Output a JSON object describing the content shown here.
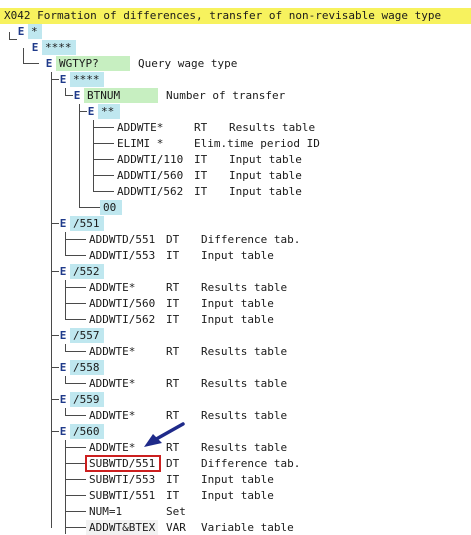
{
  "title": "X042 Formation of differences, transfer of non-revisable wage type",
  "rows": [
    {
      "key": "root",
      "toggle": "E",
      "label": "*",
      "style": "cyan"
    },
    {
      "key": "n1",
      "toggle": "E",
      "label": "****",
      "style": "cyan"
    },
    {
      "key": "wgtyp",
      "toggle": "E",
      "label": "WGTYP?",
      "style": "green",
      "desc": "Query wage type"
    },
    {
      "key": "n2",
      "toggle": "E",
      "label": "****",
      "style": "cyan"
    },
    {
      "key": "btnum",
      "toggle": "E",
      "label": "BTNUM",
      "style": "green",
      "desc": "Number of transfer"
    },
    {
      "key": "n3",
      "toggle": "E",
      "label": "**",
      "style": "cyan"
    },
    {
      "key": "r1",
      "label": "ADDWTE*",
      "style": "white",
      "type": "RT",
      "desc": "Results table"
    },
    {
      "key": "r2",
      "label": "ELIMI *",
      "style": "white",
      "desc": "Elim.time period ID"
    },
    {
      "key": "r3",
      "label": "ADDWTI/110",
      "style": "white",
      "type": "IT",
      "desc": "Input table"
    },
    {
      "key": "r4",
      "label": "ADDWTI/560",
      "style": "white",
      "type": "IT",
      "desc": "Input table"
    },
    {
      "key": "r5",
      "label": "ADDWTI/562",
      "style": "white",
      "type": "IT",
      "desc": "Input table"
    },
    {
      "key": "r6",
      "label": "00",
      "style": "cyan"
    },
    {
      "key": "g551",
      "toggle": "E",
      "label": "/551",
      "style": "cyan"
    },
    {
      "key": "r7",
      "label": "ADDWTD/551",
      "style": "white",
      "type": "DT",
      "desc": "Difference tab."
    },
    {
      "key": "r8",
      "label": "ADDWTI/553",
      "style": "white",
      "type": "IT",
      "desc": "Input table"
    },
    {
      "key": "g552",
      "toggle": "E",
      "label": "/552",
      "style": "cyan"
    },
    {
      "key": "r9",
      "label": "ADDWTE*",
      "style": "white",
      "type": "RT",
      "desc": "Results table"
    },
    {
      "key": "r10",
      "label": "ADDWTI/560",
      "style": "white",
      "type": "IT",
      "desc": "Input table"
    },
    {
      "key": "r11",
      "label": "ADDWTI/562",
      "style": "white",
      "type": "IT",
      "desc": "Input table"
    },
    {
      "key": "g557",
      "toggle": "E",
      "label": "/557",
      "style": "cyan"
    },
    {
      "key": "r12",
      "label": "ADDWTE*",
      "style": "white",
      "type": "RT",
      "desc": "Results table"
    },
    {
      "key": "g558",
      "toggle": "E",
      "label": "/558",
      "style": "cyan"
    },
    {
      "key": "r13",
      "label": "ADDWTE*",
      "style": "white",
      "type": "RT",
      "desc": "Results table"
    },
    {
      "key": "g559",
      "toggle": "E",
      "label": "/559",
      "style": "cyan"
    },
    {
      "key": "r14",
      "label": "ADDWTE*",
      "style": "white",
      "type": "RT",
      "desc": "Results table"
    },
    {
      "key": "g560",
      "toggle": "E",
      "label": "/560",
      "style": "cyan"
    },
    {
      "key": "r15",
      "label": "ADDWTE*",
      "style": "white",
      "type": "RT",
      "desc": "Results table"
    },
    {
      "key": "r16",
      "label": "SUBWTD/551",
      "style": "white",
      "type": "DT",
      "desc": "Difference tab.",
      "highlight": true
    },
    {
      "key": "r17",
      "label": "SUBWTI/553",
      "style": "white",
      "type": "IT",
      "desc": "Input table"
    },
    {
      "key": "r18",
      "label": "SUBWTI/551",
      "style": "white",
      "type": "IT",
      "desc": "Input table"
    },
    {
      "key": "r19",
      "label": "NUM=1",
      "style": "white",
      "type": "Set"
    },
    {
      "key": "r20",
      "label": "ADDWT&BTEX",
      "style": "white",
      "type": "VAR",
      "desc": "Variable table"
    }
  ],
  "colors": {
    "title_bg": "#f7f25e",
    "node_bg": "#bfe7ef",
    "query_bg": "#c7efc1",
    "arrow": "#1f2a8a",
    "highlight": "#cc1f1f"
  },
  "icons": {
    "toggle": "expand-toggle",
    "pointer": "arrow-pointer-icon"
  }
}
